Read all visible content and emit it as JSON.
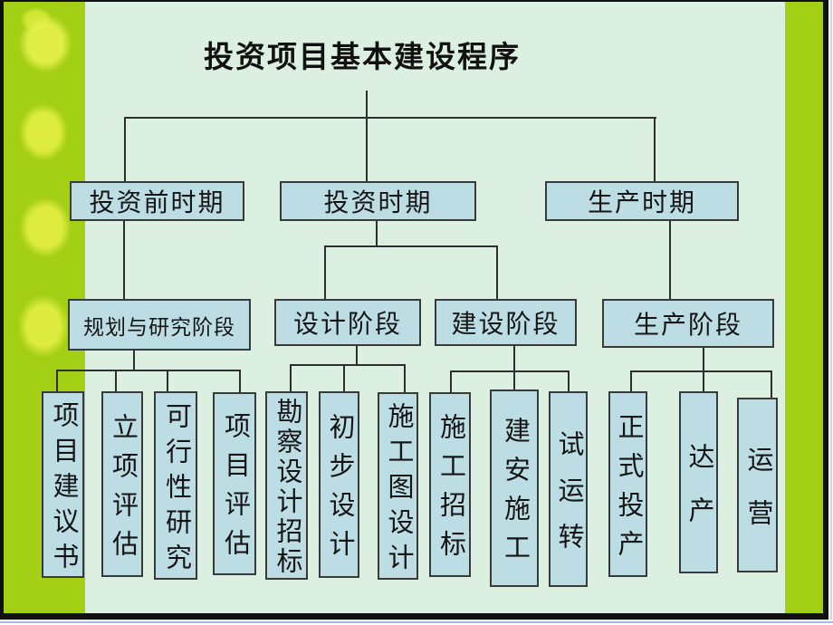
{
  "title": "投资项目基本建设程序",
  "colors": {
    "slide_background": "#dcf0e1",
    "side_strip_green": "#a3cf15",
    "blob_yellow": "#e4f048",
    "node_fill": "#bddde5",
    "node_border": "#3a3a3a",
    "connector": "#2f2f2f",
    "frame_black": "#101010",
    "window_accent_blue": "#a2bbe8"
  },
  "tree": {
    "periods": [
      {
        "label": "投资前时期",
        "stages": [
          {
            "label": "规划与研究阶段",
            "items": [
              "项目建议书",
              "立项评估",
              "可行性研究",
              "项目评估"
            ]
          }
        ]
      },
      {
        "label": "投资时期",
        "stages": [
          {
            "label": "设计阶段",
            "items": [
              "勘察设计招标",
              "初步设计",
              "施工图设计"
            ]
          },
          {
            "label": "建设阶段",
            "items": [
              "施工招标",
              "建安施工",
              "试运转"
            ]
          }
        ]
      },
      {
        "label": "生产时期",
        "stages": [
          {
            "label": "生产阶段",
            "items": [
              "正式投产",
              "达产",
              "运营"
            ]
          }
        ]
      }
    ]
  }
}
